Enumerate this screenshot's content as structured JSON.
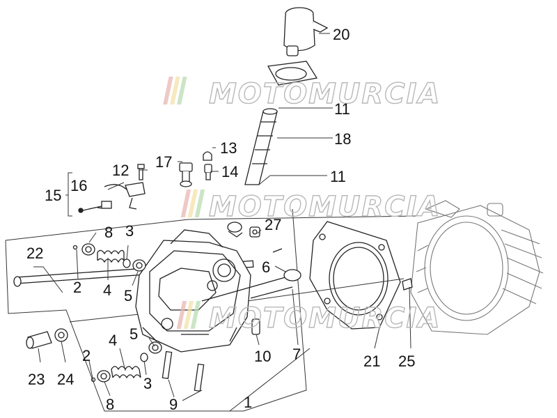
{
  "callouts": [
    {
      "id": "c20",
      "text": "20"
    },
    {
      "id": "c11a",
      "text": "11"
    },
    {
      "id": "c18",
      "text": "18"
    },
    {
      "id": "c11b",
      "text": "11"
    },
    {
      "id": "c17",
      "text": "17"
    },
    {
      "id": "c13",
      "text": "13"
    },
    {
      "id": "c14",
      "text": "14"
    },
    {
      "id": "c12",
      "text": "12"
    },
    {
      "id": "c16",
      "text": "16"
    },
    {
      "id": "c15",
      "text": "15"
    },
    {
      "id": "c27",
      "text": "27"
    },
    {
      "id": "c8a",
      "text": "8"
    },
    {
      "id": "c3a",
      "text": "3"
    },
    {
      "id": "c22",
      "text": "22"
    },
    {
      "id": "c2a",
      "text": "2"
    },
    {
      "id": "c4a",
      "text": "4"
    },
    {
      "id": "c5a",
      "text": "5"
    },
    {
      "id": "c6",
      "text": "6"
    },
    {
      "id": "c5b",
      "text": "5"
    },
    {
      "id": "c4b",
      "text": "4"
    },
    {
      "id": "c2b",
      "text": "2"
    },
    {
      "id": "c3b",
      "text": "3"
    },
    {
      "id": "c8b",
      "text": "8"
    },
    {
      "id": "c9",
      "text": "9"
    },
    {
      "id": "c1",
      "text": "1"
    },
    {
      "id": "c10",
      "text": "10"
    },
    {
      "id": "c7",
      "text": "7"
    },
    {
      "id": "c21",
      "text": "21"
    },
    {
      "id": "c25",
      "text": "25"
    },
    {
      "id": "c23",
      "text": "23"
    },
    {
      "id": "c24",
      "text": "24"
    }
  ],
  "watermark": {
    "text": "MOTOMURCIA",
    "stripe_colors": [
      "#e9b7b2",
      "#f3e2a8",
      "#b9dcb3"
    ]
  }
}
